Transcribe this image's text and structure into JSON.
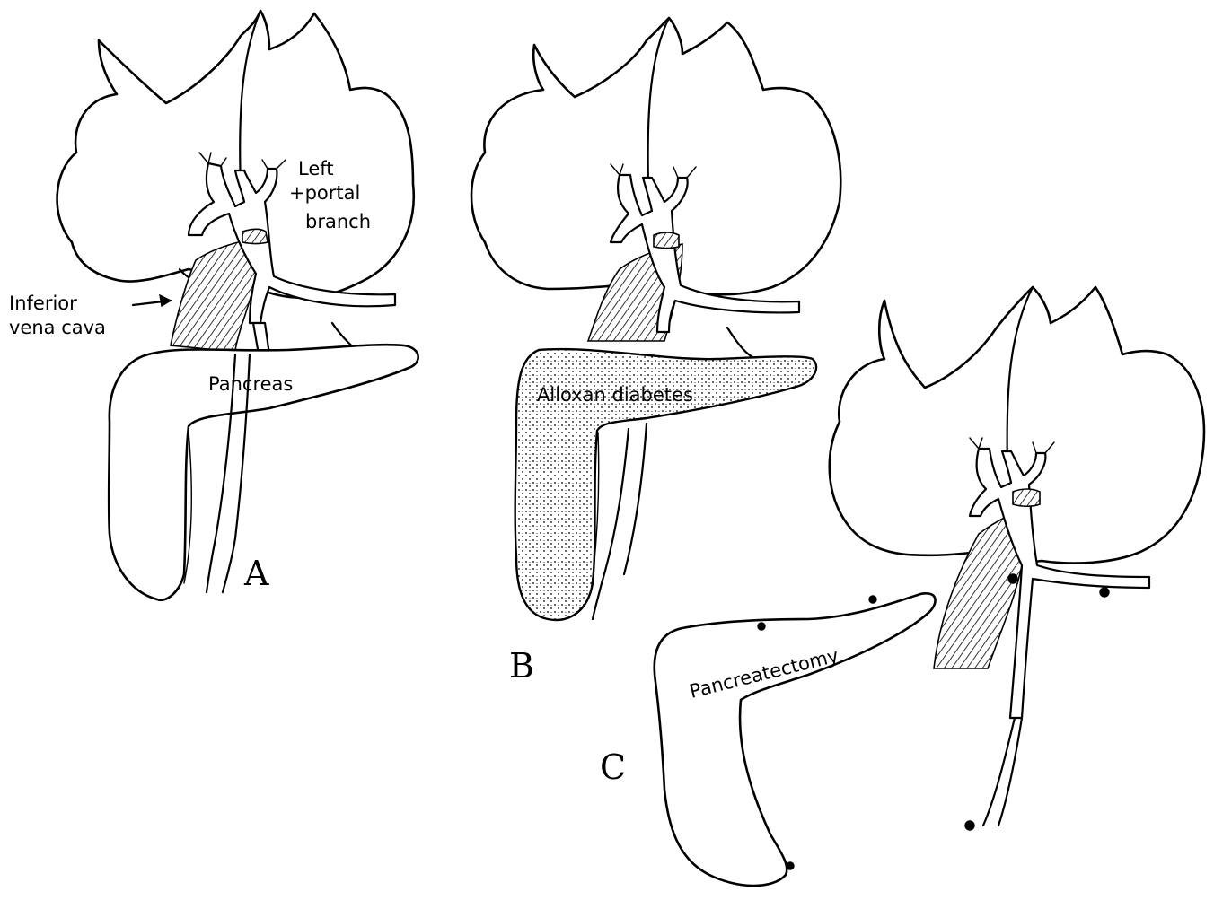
{
  "panels": {
    "a": {
      "letter": "A",
      "label_left_portal_line1": "Left",
      "label_left_portal_line2": "+portal",
      "label_left_portal_line3": "branch",
      "label_ivc_line1": "Inferior",
      "label_ivc_line2": "vena cava",
      "label_pancreas": "Pancreas"
    },
    "b": {
      "letter": "B",
      "label_pancreas": "Alloxan diabetes"
    },
    "c": {
      "letter": "C",
      "label_pancreas": "Pancreatectomy"
    }
  },
  "colors": {
    "ink": "#000000",
    "paper": "#ffffff"
  }
}
